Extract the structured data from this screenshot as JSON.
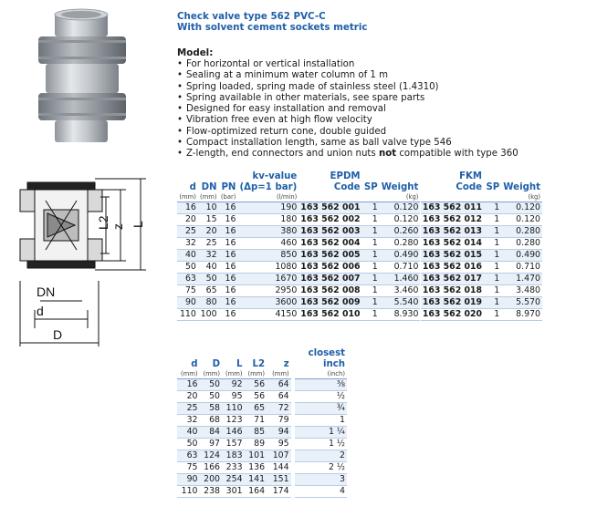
{
  "title_line1": "Check valve type 562 PVC-C",
  "title_line2": "With solvent cement sockets metric",
  "model_heading": "Model:",
  "features": [
    "For horizontal or vertical installation",
    "Sealing at a minimum water column of 1 m",
    "Spring loaded, spring made of stainless steel (1.4310)",
    "Spring available in other materials, see spare parts",
    "Designed for easy installation and removal",
    "Vibration free even at high flow velocity",
    "Flow-optimized return cone, double guided",
    "Compact installation length, same as ball valve type 546"
  ],
  "last_feature": {
    "pre": "Z-length, end connectors and union nuts ",
    "bold": "not",
    "post": " compatible with type 360"
  },
  "drawing_labels": {
    "l2": "L2",
    "z": "z",
    "l": "L",
    "dn": "DN",
    "d": "d",
    "D": "D"
  },
  "main_table": {
    "headers": {
      "d": "d",
      "d_unit": "(mm)",
      "dn": "DN",
      "dn_unit": "(mm)",
      "pn": "PN",
      "pn_unit": "(bar)",
      "kv": "kv-value",
      "kv2": "(Δp=1 bar)",
      "kv_unit": "(l/min)",
      "epdm": "EPDM",
      "epdm2": "Code",
      "sp1": "SP",
      "w1": "Weight",
      "w1_unit": "(kg)",
      "fkm": "FKM",
      "fkm2": "Code",
      "sp2": "SP",
      "w2": "Weight",
      "w2_unit": "(kg)"
    },
    "rows": [
      [
        "16",
        "10",
        "16",
        "190",
        "163 562 001",
        "1",
        "0.120",
        "163 562 011",
        "1",
        "0.120"
      ],
      [
        "20",
        "15",
        "16",
        "180",
        "163 562 002",
        "1",
        "0.120",
        "163 562 012",
        "1",
        "0.120"
      ],
      [
        "25",
        "20",
        "16",
        "380",
        "163 562 003",
        "1",
        "0.260",
        "163 562 013",
        "1",
        "0.280"
      ],
      [
        "32",
        "25",
        "16",
        "460",
        "163 562 004",
        "1",
        "0.280",
        "163 562 014",
        "1",
        "0.280"
      ],
      [
        "40",
        "32",
        "16",
        "850",
        "163 562 005",
        "1",
        "0.490",
        "163 562 015",
        "1",
        "0.490"
      ],
      [
        "50",
        "40",
        "16",
        "1080",
        "163 562 006",
        "1",
        "0.710",
        "163 562 016",
        "1",
        "0.710"
      ],
      [
        "63",
        "50",
        "16",
        "1670",
        "163 562 007",
        "1",
        "1.460",
        "163 562 017",
        "1",
        "1.470"
      ],
      [
        "75",
        "65",
        "16",
        "2950",
        "163 562 008",
        "1",
        "3.460",
        "163 562 018",
        "1",
        "3.480"
      ],
      [
        "90",
        "80",
        "16",
        "3600",
        "163 562 009",
        "1",
        "5.540",
        "163 562 019",
        "1",
        "5.570"
      ],
      [
        "110",
        "100",
        "16",
        "4150",
        "163 562 010",
        "1",
        "8.930",
        "163 562 020",
        "1",
        "8.970"
      ]
    ]
  },
  "dims_table": {
    "headers": {
      "d": "d",
      "d_unit": "(mm)",
      "D": "D",
      "D_unit": "(mm)",
      "L": "L",
      "L_unit": "(mm)",
      "L2": "L2",
      "L2_unit": "(mm)",
      "z": "z",
      "z_unit": "(mm)",
      "closest": "closest",
      "closest2": "inch",
      "closest_unit": "(inch)"
    },
    "rows": [
      [
        "16",
        "50",
        "92",
        "56",
        "64",
        "⅜"
      ],
      [
        "20",
        "50",
        "95",
        "56",
        "64",
        "½"
      ],
      [
        "25",
        "58",
        "110",
        "65",
        "72",
        "¾"
      ],
      [
        "32",
        "68",
        "123",
        "71",
        "79",
        "1"
      ],
      [
        "40",
        "84",
        "146",
        "85",
        "94",
        "1 ¼"
      ],
      [
        "50",
        "97",
        "157",
        "89",
        "95",
        "1 ½"
      ],
      [
        "63",
        "124",
        "183",
        "101",
        "107",
        "2"
      ],
      [
        "75",
        "166",
        "233",
        "136",
        "144",
        "2 ½"
      ],
      [
        "90",
        "200",
        "254",
        "141",
        "151",
        "3"
      ],
      [
        "110",
        "238",
        "301",
        "164",
        "174",
        "4"
      ]
    ]
  }
}
